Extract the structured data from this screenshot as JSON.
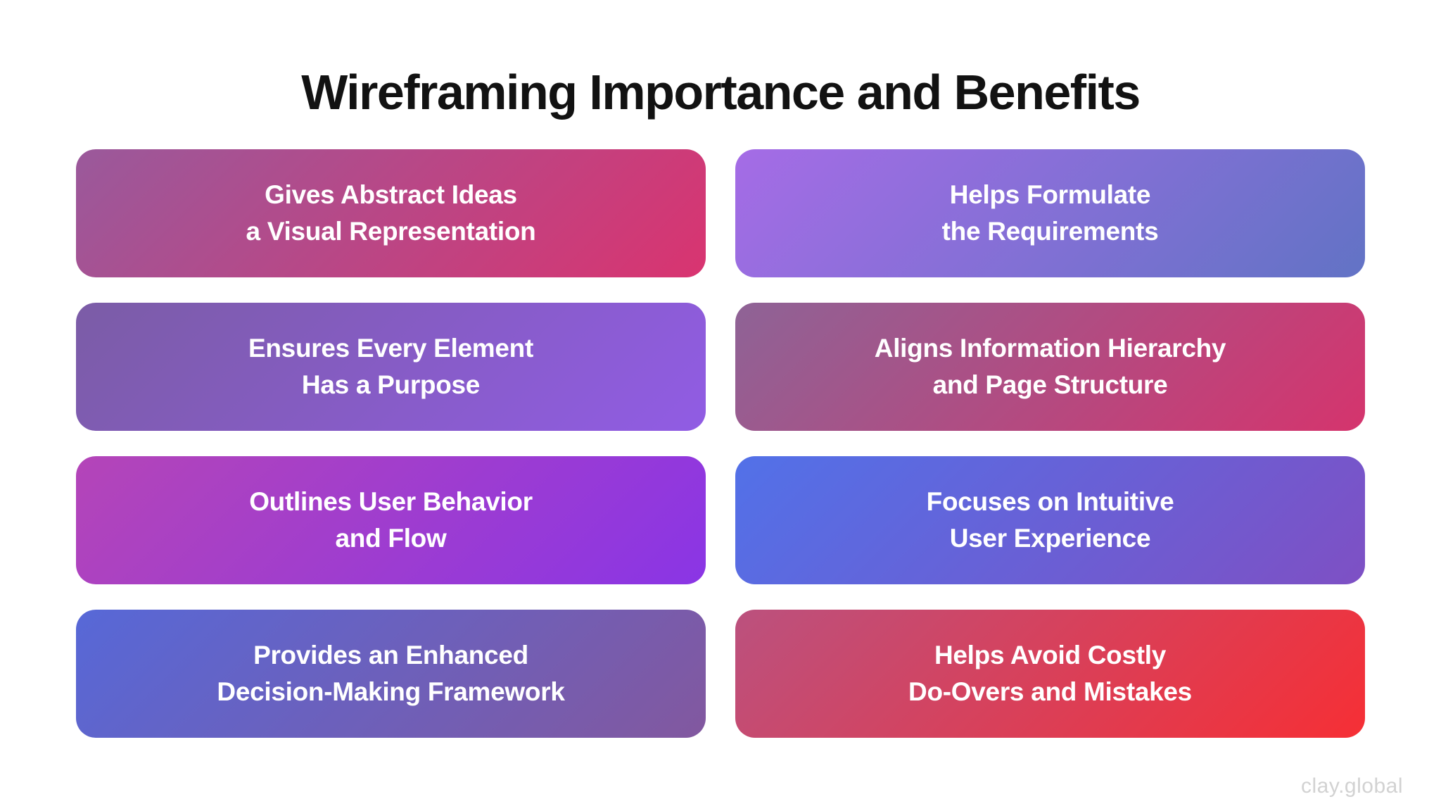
{
  "page": {
    "title": "Wireframing Importance and Benefits",
    "watermark": "clay.global",
    "background_color": "#FFFFFF",
    "title_color": "#121212",
    "card_text_color": "#FFFFFF",
    "watermark_color": "#D2D2D2"
  },
  "cards": [
    {
      "line1": "Gives Abstract Ideas",
      "line2": "a Visual Representation",
      "gradient_from": "#9A599B",
      "gradient_to": "#D93470"
    },
    {
      "line1": "Helps Formulate",
      "line2": "the Requirements",
      "gradient_from": "#A56CE6",
      "gradient_to": "#6273C5"
    },
    {
      "line1": "Ensures Every Element",
      "line2": "Has a Purpose",
      "gradient_from": "#7B5CA6",
      "gradient_to": "#915CE4"
    },
    {
      "line1": "Aligns Information Hierarchy",
      "line2": "and Page Structure",
      "gradient_from": "#8E6396",
      "gradient_to": "#D5346D"
    },
    {
      "line1": "Outlines User Behavior",
      "line2": "and Flow",
      "gradient_from": "#B445B8",
      "gradient_to": "#8A35E5"
    },
    {
      "line1": "Focuses on Intuitive",
      "line2": "User Experience",
      "gradient_from": "#5271E8",
      "gradient_to": "#7E50C4"
    },
    {
      "line1": "Provides an Enhanced",
      "line2": "Decision-Making Framework",
      "gradient_from": "#5768D7",
      "gradient_to": "#82589F"
    },
    {
      "line1": "Helps Avoid Costly",
      "line2": "Do-Overs and Mistakes",
      "gradient_from": "#BB517E",
      "gradient_to": "#F62F35"
    }
  ]
}
